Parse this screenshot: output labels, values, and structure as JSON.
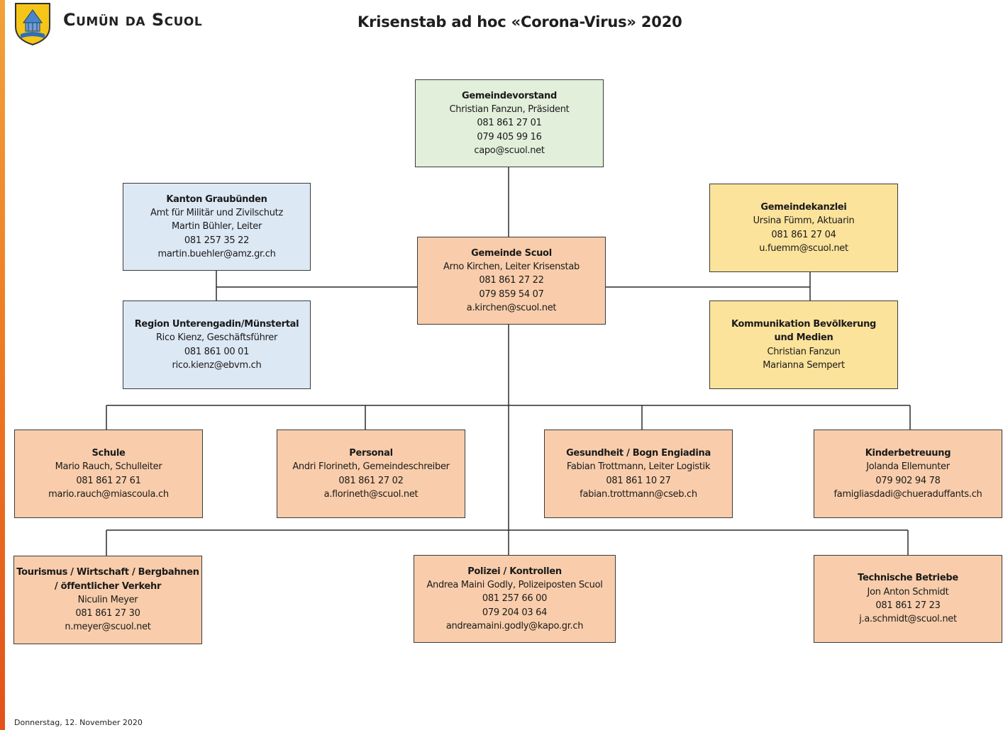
{
  "header": {
    "org_name": "Cumün da Scuol",
    "title": "Krisenstab ad hoc «Corona-Virus» 2020",
    "logo_icon": "coat-of-arms-icon"
  },
  "colors": {
    "accent_bar": "#ee7d22",
    "green": "#e2efda",
    "blue": "#dde8f5",
    "yellow": "#fce39b",
    "salmon": "#f9cdab"
  },
  "boxes": {
    "gemeindevorstand": {
      "title": "Gemeindevorstand",
      "line1": "Christian Fanzun, Präsident",
      "line2": "081 861 27 01",
      "line3": "079 405 99 16",
      "line4": "capo@scuol.net"
    },
    "kanton": {
      "title": "Kanton Graubünden",
      "line1": "Amt für Militär und Zivilschutz",
      "line2": "Martin Bühler, Leiter",
      "line3": "081 257 35 22",
      "line4": "martin.buehler@amz.gr.ch"
    },
    "gemeinde_scuol": {
      "title": "Gemeinde Scuol",
      "line1": "Arno Kirchen, Leiter Krisenstab",
      "line2": "081 861 27 22",
      "line3": "079 859 54 07",
      "line4": "a.kirchen@scuol.net"
    },
    "gemeindekanzlei": {
      "title": "Gemeindekanzlei",
      "line1": "Ursina Fümm, Aktuarin",
      "line2": "081 861 27 04",
      "line3": "u.fuemm@scuol.net"
    },
    "region": {
      "title": "Region Unterengadin/Münstertal",
      "line1": "Rico Kienz, Geschäftsführer",
      "line2": "081 861 00 01",
      "line3": "rico.kienz@ebvm.ch"
    },
    "kommunikation": {
      "title1": "Kommunikation Bevölkerung",
      "title2": "und Medien",
      "line1": "Christian Fanzun",
      "line2": "Marianna Sempert"
    },
    "schule": {
      "title": "Schule",
      "line1": "Mario Rauch, Schulleiter",
      "line2": "081 861 27 61",
      "line3": "mario.rauch@miascoula.ch"
    },
    "personal": {
      "title": "Personal",
      "line1": "Andri Florineth, Gemeindeschreiber",
      "line2": "081 861 27 02",
      "line3": "a.florineth@scuol.net"
    },
    "gesundheit": {
      "title": "Gesundheit / Bogn Engiadina",
      "line1": "Fabian Trottmann, Leiter Logistik",
      "line2": "081 861 10 27",
      "line3": "fabian.trottmann@cseb.ch"
    },
    "kinderbetreuung": {
      "title": "Kinderbetreuung",
      "line1": "Jolanda Ellemunter",
      "line2": "079 902 94 78",
      "line3": "famigliasdadi@chueraduffants.ch"
    },
    "tourismus": {
      "title1": "Tourismus / Wirtschaft / Bergbahnen",
      "title2": "/ öffentlicher Verkehr",
      "line1": "Niculin Meyer",
      "line2": "081 861 27 30",
      "line3": "n.meyer@scuol.net"
    },
    "polizei": {
      "title": "Polizei / Kontrollen",
      "line1": "Andrea Maini Godly, Polizeiposten Scuol",
      "line2": "081 257 66 00",
      "line3": "079 204 03 64",
      "line4": "andreamaini.godly@kapo.gr.ch"
    },
    "technische": {
      "title": "Technische Betriebe",
      "line1": "Jon Anton Schmidt",
      "line2": "081 861 27 23",
      "line3": "j.a.schmidt@scuol.net"
    }
  },
  "footer": {
    "date": "Donnerstag, 12. November 2020"
  }
}
